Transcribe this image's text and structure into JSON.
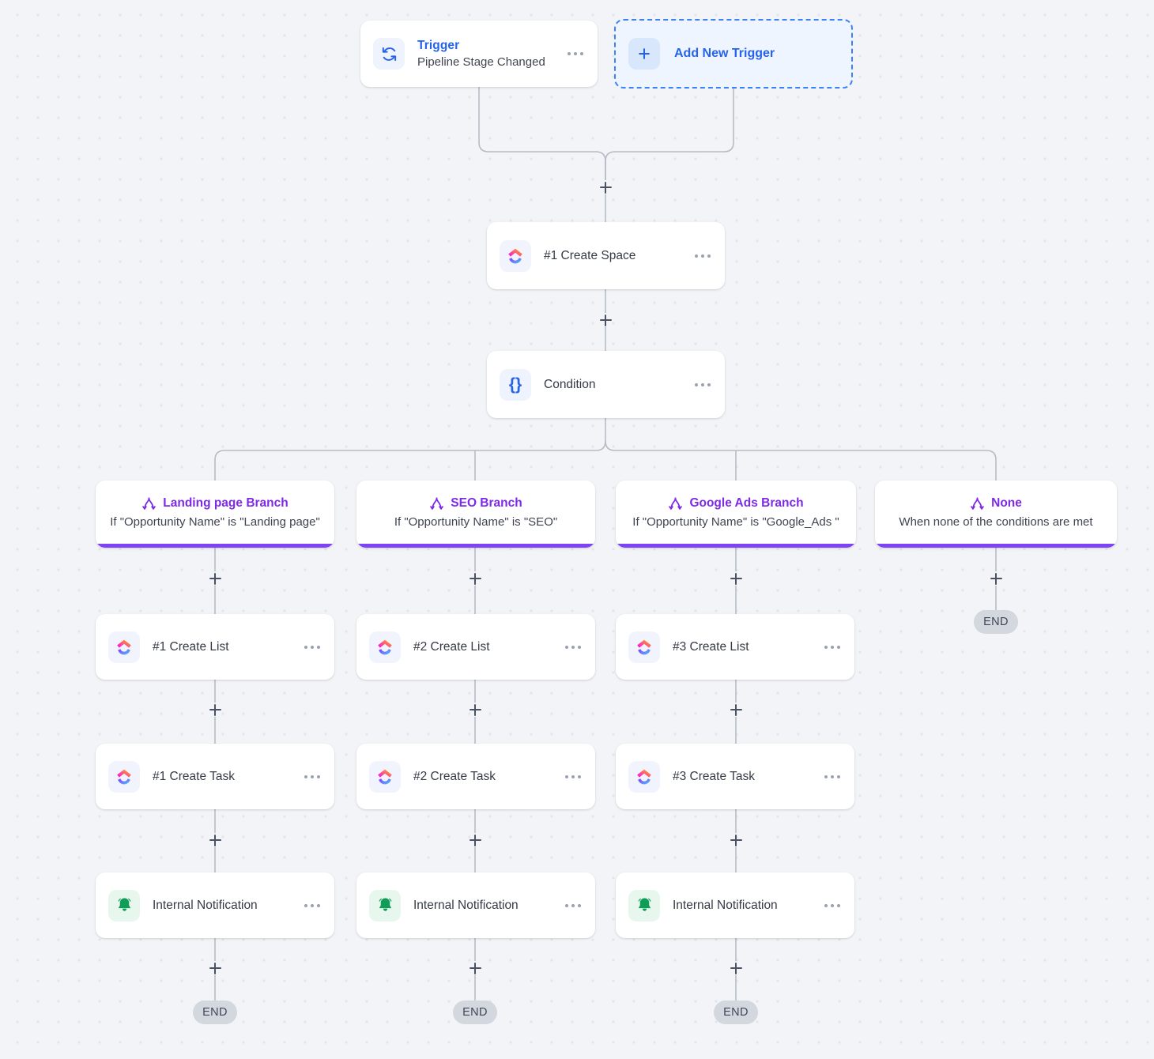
{
  "colors": {
    "accent_blue": "#2563eb",
    "branch_purple": "#7d2ae8",
    "bar_purple": "#7d43f5",
    "notification_green": "#0f9d58",
    "canvas_bg": "#f2f4f7",
    "end_pill_bg": "#d3d7de"
  },
  "trigger": {
    "title": "Trigger",
    "subtitle": "Pipeline Stage Changed",
    "icon": "refresh-sync-icon",
    "menu": "more-options-icon"
  },
  "add_trigger": {
    "label": "Add New Trigger",
    "icon": "plus-icon"
  },
  "nodes": [
    {
      "id": "create-space",
      "label": "#1 Create Space",
      "icon": "clickup-icon",
      "menu": "more-options-icon"
    },
    {
      "id": "condition",
      "label": "Condition",
      "icon": "curly-braces-icon",
      "menu": "more-options-icon"
    }
  ],
  "branches": [
    {
      "name": "Landing page Branch",
      "desc": "If \"Opportunity Name\" is \"Landing page\"",
      "icon": "branch-fork-icon"
    },
    {
      "name": "SEO Branch",
      "desc": "If \"Opportunity Name\" is \"SEO\"",
      "icon": "branch-fork-icon"
    },
    {
      "name": "Google Ads Branch",
      "desc": "If \"Opportunity Name\" is \"Google_Ads \"",
      "icon": "branch-fork-icon"
    },
    {
      "name": "None",
      "desc": "When none of the conditions are met",
      "icon": "branch-fork-icon"
    }
  ],
  "columns": [
    {
      "steps": [
        {
          "label": "#1 Create List",
          "icon": "clickup-icon"
        },
        {
          "label": "#1 Create Task",
          "icon": "clickup-icon"
        },
        {
          "label": "Internal Notification",
          "icon": "bell-icon"
        }
      ],
      "end_label": "END"
    },
    {
      "steps": [
        {
          "label": "#2 Create List",
          "icon": "clickup-icon"
        },
        {
          "label": "#2 Create Task",
          "icon": "clickup-icon"
        },
        {
          "label": "Internal Notification",
          "icon": "bell-icon"
        }
      ],
      "end_label": "END"
    },
    {
      "steps": [
        {
          "label": "#3 Create List",
          "icon": "clickup-icon"
        },
        {
          "label": "#3 Create Task",
          "icon": "clickup-icon"
        },
        {
          "label": "Internal Notification",
          "icon": "bell-icon"
        }
      ],
      "end_label": "END"
    }
  ],
  "none_branch_end": {
    "end_label": "END"
  }
}
